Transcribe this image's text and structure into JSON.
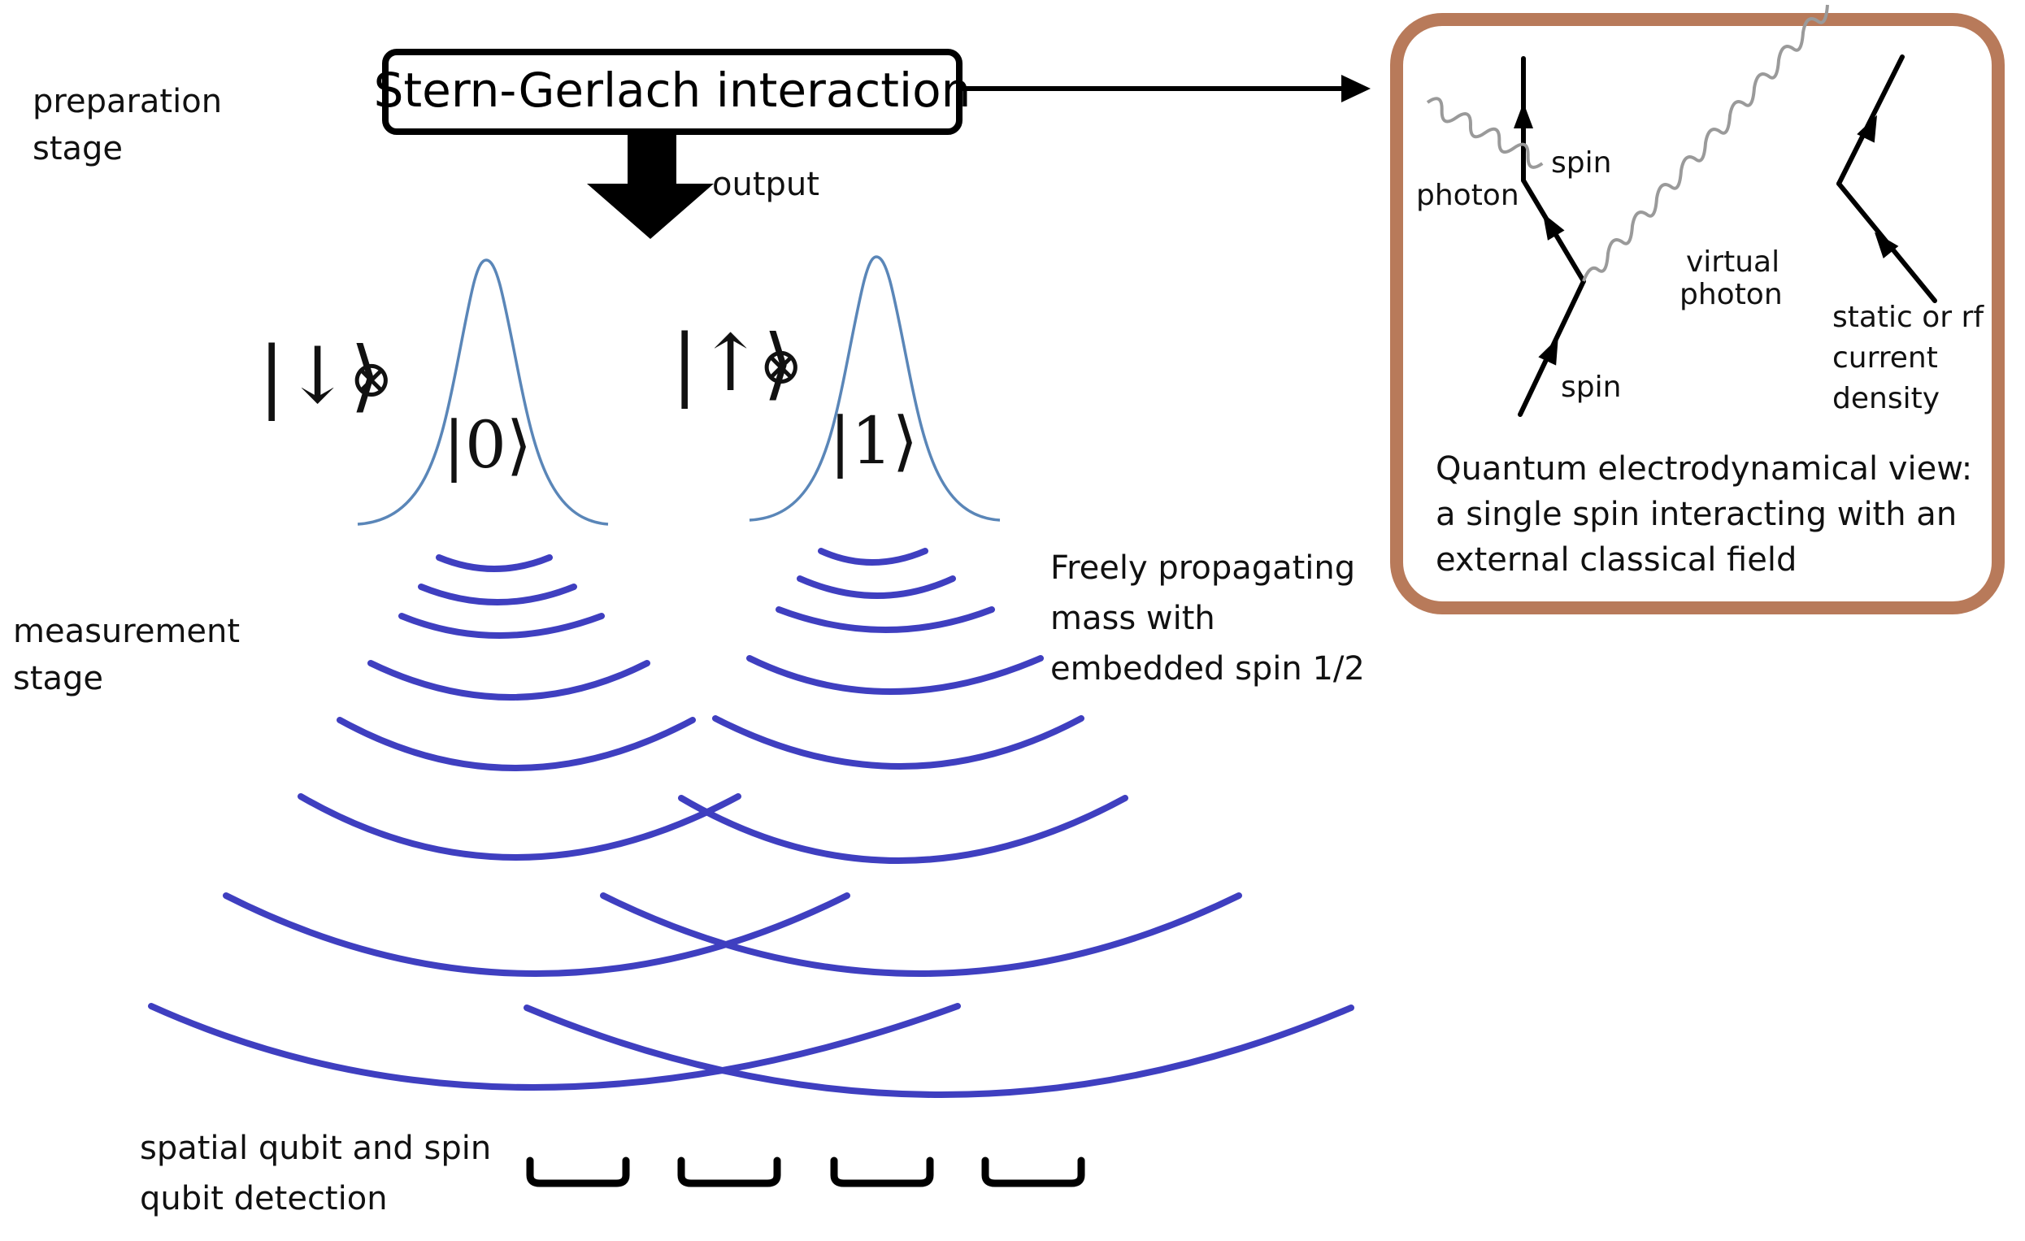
{
  "labels": {
    "preparation_line1": "preparation",
    "preparation_line2": "stage",
    "measurement_line1": "measurement",
    "measurement_line2": "stage",
    "output": "output",
    "freely_line1": "Freely propagating",
    "freely_line2": "mass with",
    "freely_line3": "embedded spin 1/2",
    "detection_line1": "spatial qubit and spin",
    "detection_line2": "qubit detection"
  },
  "interaction_box": {
    "title": "Stern-Gerlach interaction"
  },
  "states": {
    "down_ket": "|↓⟩",
    "up_ket": "|↑⟩",
    "tensor": "⊗",
    "zero_ket": "|0⟩",
    "one_ket": "|1⟩"
  },
  "qed_panel": {
    "photon": "photon",
    "spin_top": "spin",
    "spin_bottom": "spin",
    "virtual_line1": "virtual",
    "virtual_line2": "photon",
    "static_line1": "static or rf",
    "static_line2": "current",
    "static_line3": "density",
    "caption_line1": "Quantum electrodynamical view:",
    "caption_line2": "a single spin interacting with an",
    "caption_line3": "external classical field",
    "border_color": "#b87a5a"
  },
  "colors": {
    "wave": "#3f3fc0",
    "gaussian": "#5a86b8",
    "virtual_photon": "#9a9a9a"
  }
}
